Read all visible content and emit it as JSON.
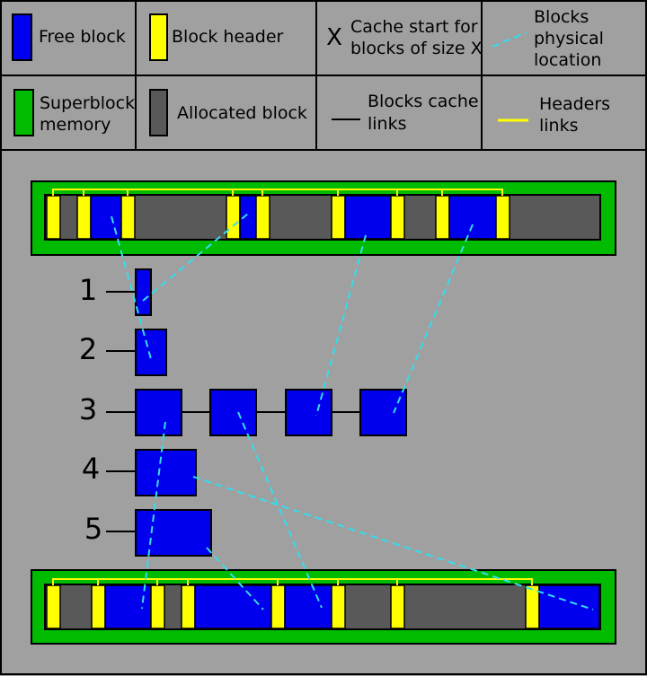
{
  "legend": {
    "free_block": "Free block",
    "block_header": "Block header",
    "cache_start_symbol": "X",
    "cache_start_line1": "Cache start for",
    "cache_start_line2": "blocks of size X",
    "physical_line1": "Blocks",
    "physical_line2": "physical",
    "physical_line3": "location",
    "superblock_line1": "Superblock",
    "superblock_line2": "memory",
    "allocated_block": "Allocated block",
    "cache_links_line1": "Blocks cache",
    "cache_links_line2": "links",
    "headers_links_line1": "Headers",
    "headers_links_line2": "links"
  },
  "size_labels": [
    "1",
    "2",
    "3",
    "4",
    "5"
  ],
  "colors": {
    "background": "#a0a0a0",
    "free_block": "#0000ee",
    "block_header": "#ffff00",
    "superblock": "#00bb00",
    "allocated_block": "#595959",
    "physical_link": "#33ddee",
    "header_link": "#ffff00",
    "cache_link": "#000000"
  }
}
